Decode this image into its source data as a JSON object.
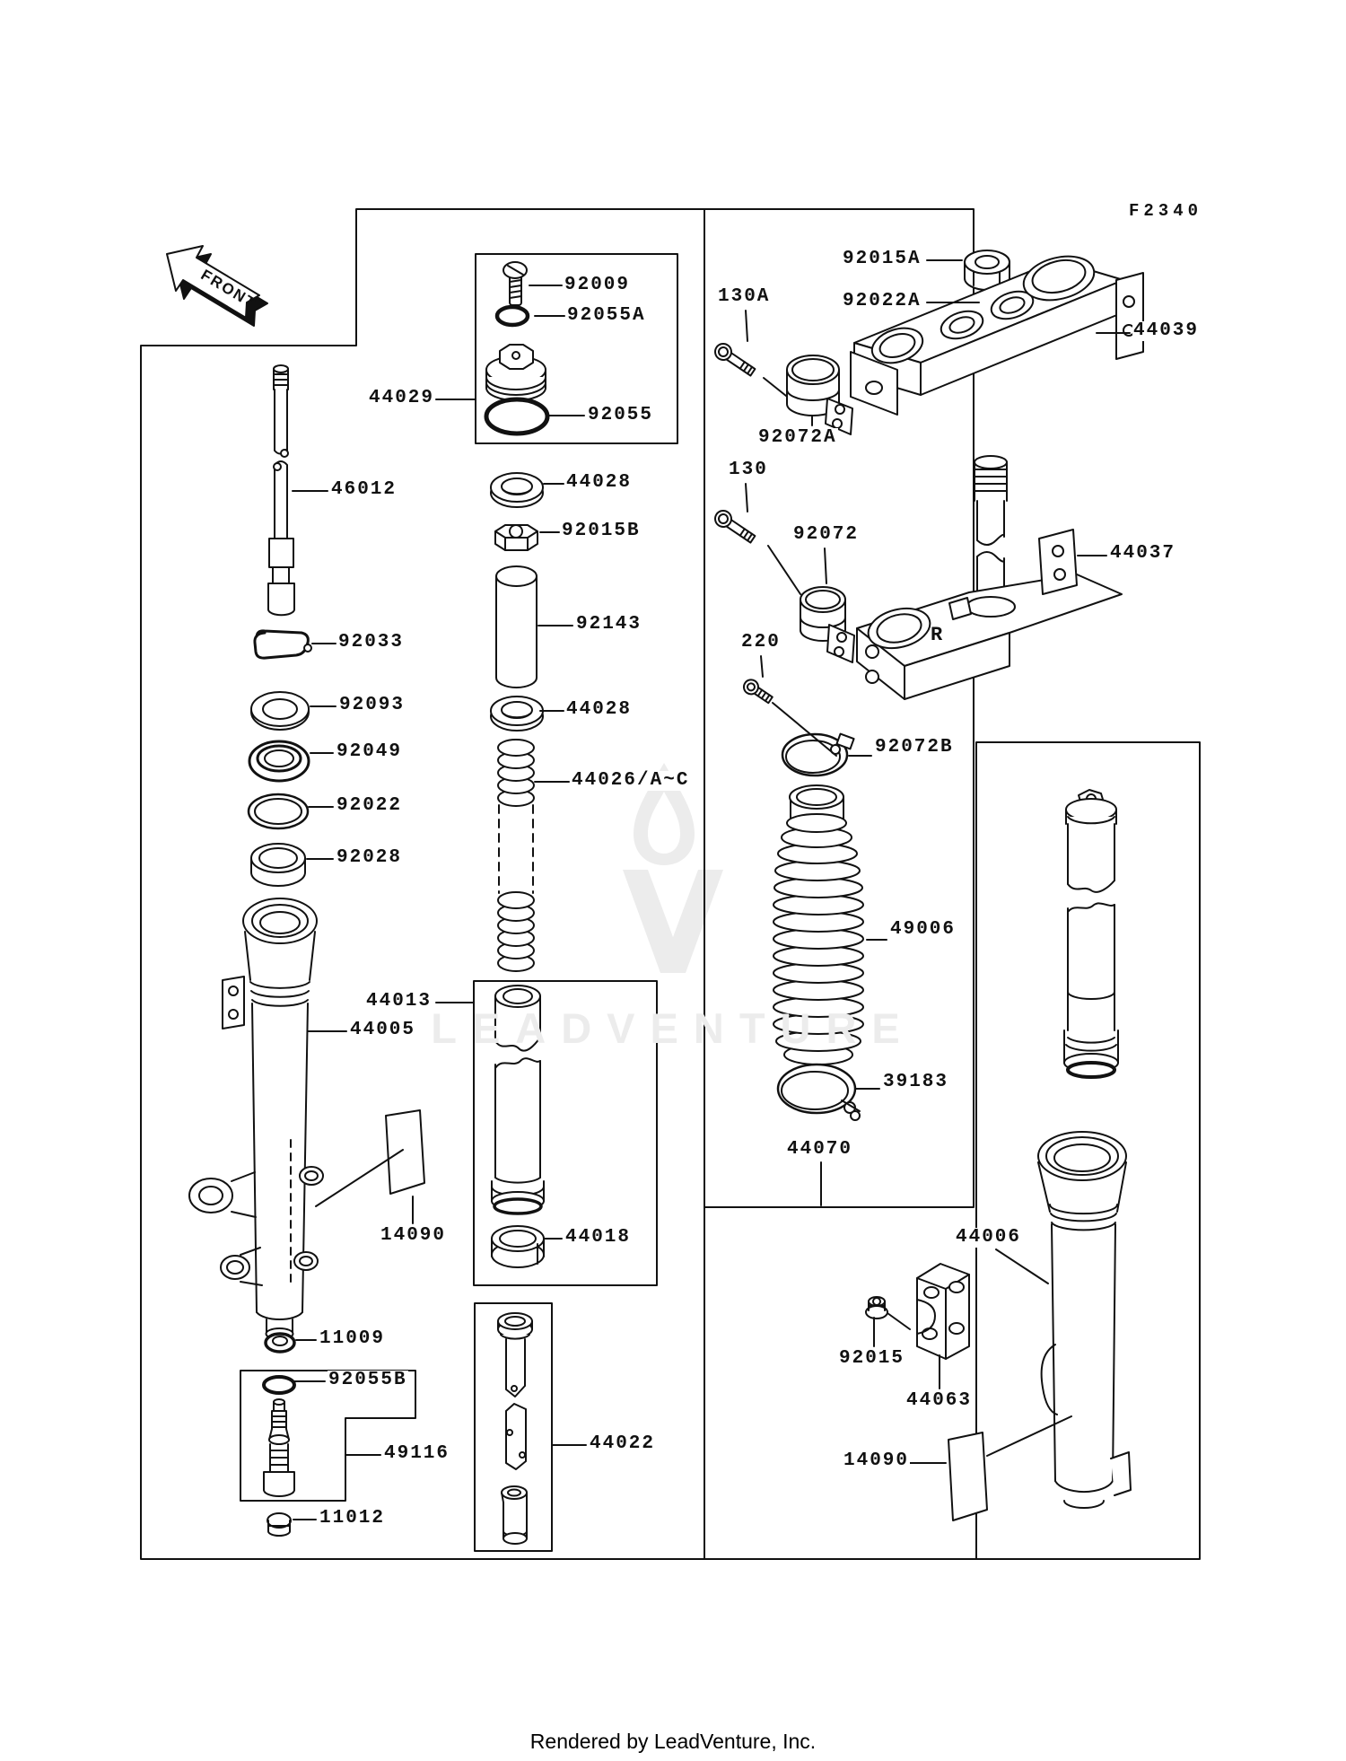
{
  "page": {
    "figure_code": "F2340",
    "front_badge": "FRONT",
    "watermark": "LEADVENTURE",
    "footer": "Rendered by LeadVenture, Inc.",
    "stamp": "R"
  },
  "labels": {
    "l92009": {
      "text": "92009"
    },
    "l92055a": {
      "text": "92055A"
    },
    "l44029": {
      "text": "44029"
    },
    "l92055": {
      "text": "92055"
    },
    "l44028a": {
      "text": "44028"
    },
    "l92015b": {
      "text": "92015B"
    },
    "l92143": {
      "text": "92143"
    },
    "l44028b": {
      "text": "44028"
    },
    "l44026": {
      "text": "44026/A~C"
    },
    "l46012": {
      "text": "46012"
    },
    "l92033": {
      "text": "92033"
    },
    "l92093": {
      "text": "92093"
    },
    "l92049": {
      "text": "92049"
    },
    "l92022": {
      "text": "92022"
    },
    "l92028": {
      "text": "92028"
    },
    "l44013": {
      "text": "44013"
    },
    "l44005": {
      "text": "44005"
    },
    "l14090l": {
      "text": "14090"
    },
    "l11009": {
      "text": "11009"
    },
    "l92055b": {
      "text": "92055B"
    },
    "l49116": {
      "text": "49116"
    },
    "l11012": {
      "text": "11012"
    },
    "l44018": {
      "text": "44018"
    },
    "l44022": {
      "text": "44022"
    },
    "l130a": {
      "text": "130A"
    },
    "l92072a": {
      "text": "92072A"
    },
    "l92015a": {
      "text": "92015A"
    },
    "l92022a": {
      "text": "92022A"
    },
    "l44039": {
      "text": "44039"
    },
    "l130": {
      "text": "130"
    },
    "l92072": {
      "text": "92072"
    },
    "l44037": {
      "text": "44037"
    },
    "l220": {
      "text": "220"
    },
    "l92072b": {
      "text": "92072B"
    },
    "l49006": {
      "text": "49006"
    },
    "l39183": {
      "text": "39183"
    },
    "l44070": {
      "text": "44070"
    },
    "l44006": {
      "text": "44006"
    },
    "l92015": {
      "text": "92015"
    },
    "l44063": {
      "text": "44063"
    },
    "l14090r": {
      "text": "14090"
    }
  }
}
